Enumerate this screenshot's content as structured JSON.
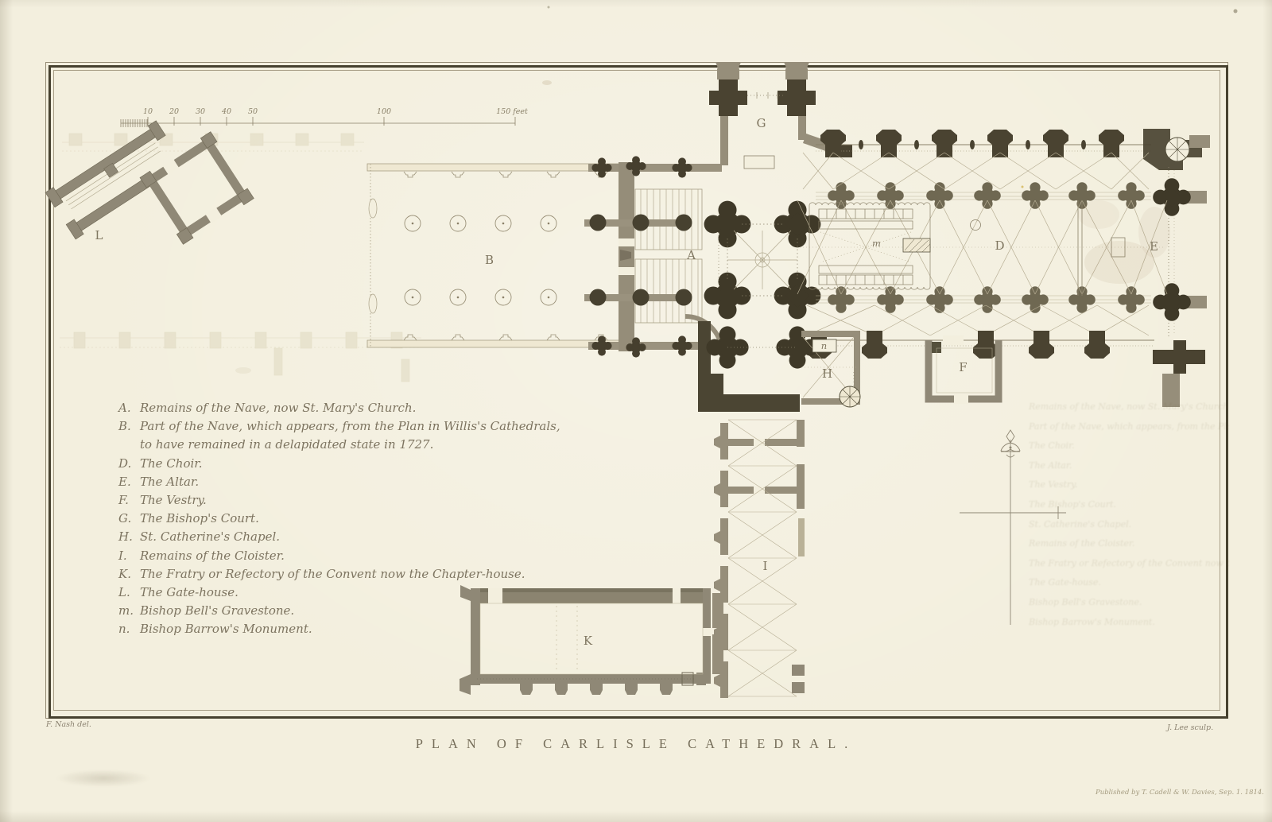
{
  "page": {
    "title": "PLAN  OF  CARLISLE  CATHEDRAL.",
    "drawn_by": "F. Nash del.",
    "engraved_by": "J. Lee sculp.",
    "imprint": "Published by T. Cadell & W. Davies, Sep. 1. 1814."
  },
  "scale": {
    "labels": [
      "10",
      "20",
      "30",
      "40",
      "50",
      "100",
      "150 feet"
    ],
    "unit": "feet"
  },
  "legend": {
    "items": [
      {
        "key": "A.",
        "text": "Remains of the Nave, now St. Mary's Church."
      },
      {
        "key": "B.",
        "text": "Part of the Nave, which appears, from the Plan in Willis's Cathedrals,\nto have remained in a delapidated state in 1727."
      },
      {
        "key": "D.",
        "text": "The Choir."
      },
      {
        "key": "E.",
        "text": "The Altar."
      },
      {
        "key": "F.",
        "text": "The Vestry."
      },
      {
        "key": "G.",
        "text": "The Bishop's Court."
      },
      {
        "key": "H.",
        "text": "St. Catherine's Chapel."
      },
      {
        "key": "I.",
        "text": "Remains of the Cloister."
      },
      {
        "key": "K.",
        "text": "The Fratry or Refectory of the Convent now the Chapter-house."
      },
      {
        "key": "L.",
        "text": "The Gate-house."
      },
      {
        "key": "m.",
        "text": "Bishop Bell's Gravestone."
      },
      {
        "key": "n.",
        "text": "Bishop Barrow's Monument."
      }
    ]
  },
  "plan": {
    "labels": {
      "A": "A",
      "B": "B",
      "D": "D",
      "E": "E",
      "F": "F",
      "G": "G",
      "H": "H",
      "I": "I",
      "K": "K",
      "L": "L",
      "m": "m",
      "n": "n"
    }
  },
  "colors": {
    "paper": "#f3efde",
    "frame_ink": "#46412f",
    "wall_gray": "#8f8876",
    "pier_dark": "#46412f",
    "light_line": "#b2aa90",
    "ghost": "#ddd6bf",
    "stain": "#8b6b3f"
  }
}
